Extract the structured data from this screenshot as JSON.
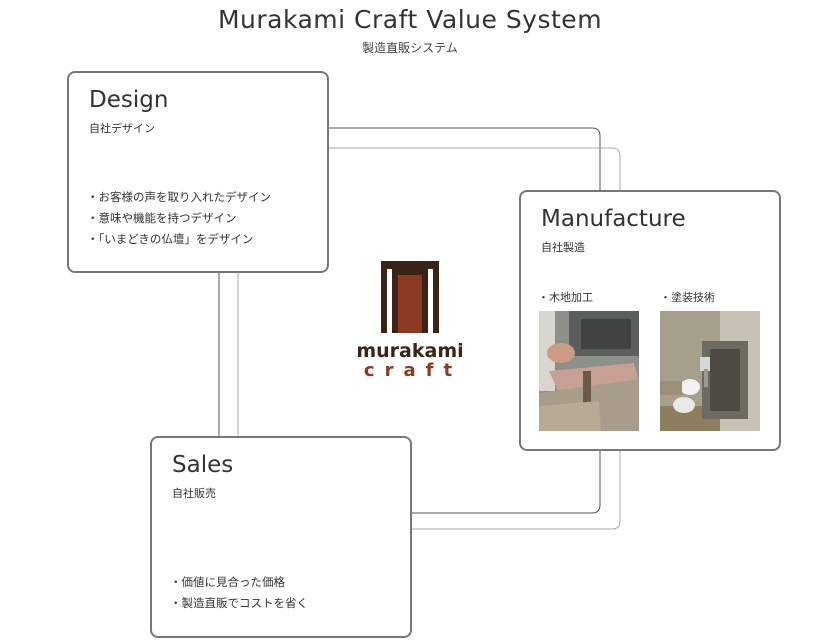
{
  "header": {
    "title": "Murakami Craft Value System",
    "subtitle": "製造直販システム"
  },
  "logo": {
    "word1": "murakami",
    "word2": "craft",
    "colors": {
      "dark": "#3a2418",
      "accent": "#8a3b22"
    }
  },
  "cards": {
    "design": {
      "title": "Design",
      "subtitle": "自社デザイン",
      "bullets": [
        "お客様の声を取り入れたデザイン",
        "意味や機能を持つデザイン",
        "「いまどきの仏壇」をデザイン"
      ]
    },
    "manufacture": {
      "title": "Manufacture",
      "subtitle": "自社製造",
      "processes": [
        {
          "label": "木地加工",
          "photo": "woodworking-photo"
        },
        {
          "label": "塗装技術",
          "photo": "spray-painting-photo"
        }
      ]
    },
    "sales": {
      "title": "Sales",
      "subtitle": "自社販売",
      "bullets": [
        "価値に見合った価格",
        "製造直販でコストを省く"
      ]
    }
  },
  "colors": {
    "card_border": "#777777",
    "connector_dark": "#555555",
    "connector_light": "#aaaaaa"
  }
}
